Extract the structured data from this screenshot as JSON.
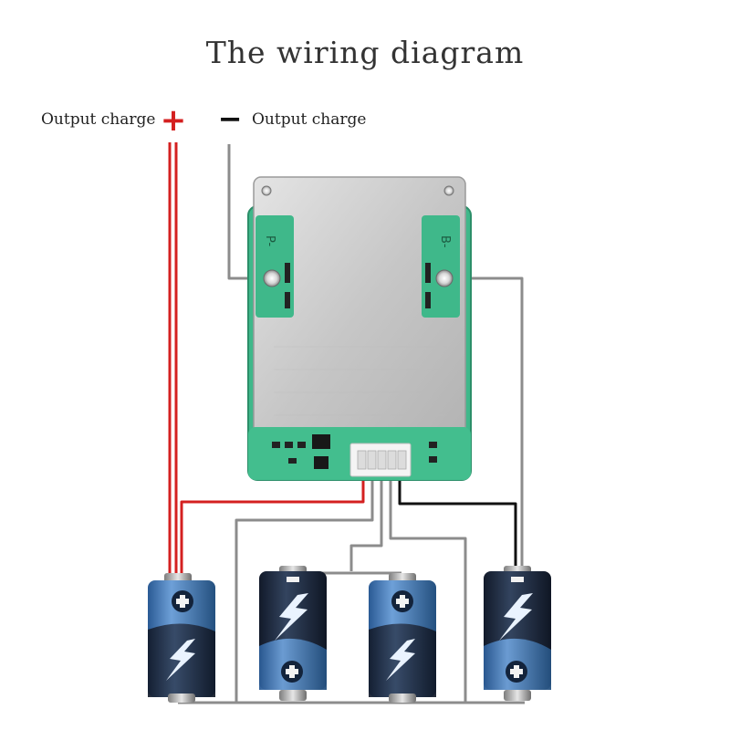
{
  "title": "The wiring diagram",
  "labels": {
    "positive": "Output charge",
    "negative": "Output charge"
  },
  "pads": {
    "p_minus": "P-",
    "b_minus": "B-"
  },
  "symbols": {
    "plus": "+",
    "minus": "−"
  },
  "colors": {
    "positive_wire": "#d42020",
    "negative_wire": "#111111",
    "balance_wire": "#8c8c8c",
    "board_pcb": "#3fb88a",
    "board_plate": "#c8c8c8",
    "battery_blue": "#3f78b8",
    "battery_dark": "#1e2e4a"
  },
  "batteries": [
    {
      "id": 1,
      "terminal_top": "+",
      "terminal_bottom": "-"
    },
    {
      "id": 2,
      "terminal_top": "-",
      "terminal_bottom": "+"
    },
    {
      "id": 3,
      "terminal_top": "+",
      "terminal_bottom": "-"
    },
    {
      "id": 4,
      "terminal_top": "-",
      "terminal_bottom": "+"
    }
  ]
}
